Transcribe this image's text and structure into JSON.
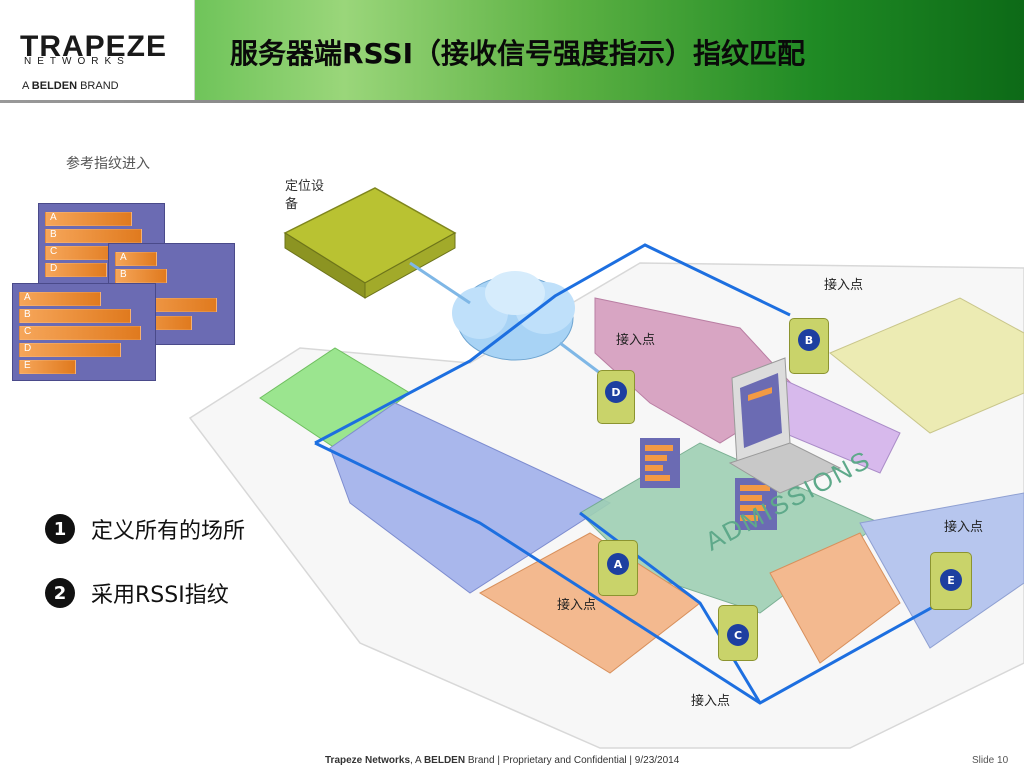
{
  "logo": {
    "word": "TRAPEZE",
    "sub": "NETWORKS",
    "brand_prefix": "A",
    "brand_bold": "BELDEN",
    "brand_suffix": "BRAND"
  },
  "title": "服务器端RSSI（接收信号强度指示）指纹匹配",
  "ref_label": "参考指纹进入",
  "device_label": "定位设备",
  "fingerprint_rows": [
    "A",
    "B",
    "C",
    "D",
    "E"
  ],
  "fingerprint_rows_short": [
    "A",
    "B"
  ],
  "items": [
    {
      "num": "1",
      "text": "定义所有的场所"
    },
    {
      "num": "2",
      "text": "采用RSSI指纹"
    }
  ],
  "ap_label": "接入点",
  "access_points": [
    "A",
    "B",
    "C",
    "D",
    "E"
  ],
  "admissions": "ADMISSIONS",
  "footer": {
    "company": "Trapeze Networks",
    "brand_prefix": ", A ",
    "brand_bold": "BELDEN",
    "rest": " Brand  |  Proprietary and Confidential  |  9/23/2014",
    "slide": "Slide 10"
  },
  "colors": {
    "accent_green": "#1f8a24",
    "link_blue": "#1d6fe0",
    "fingerprint_bg": "#6b6bb3",
    "fingerprint_bar": "#f39a44"
  }
}
